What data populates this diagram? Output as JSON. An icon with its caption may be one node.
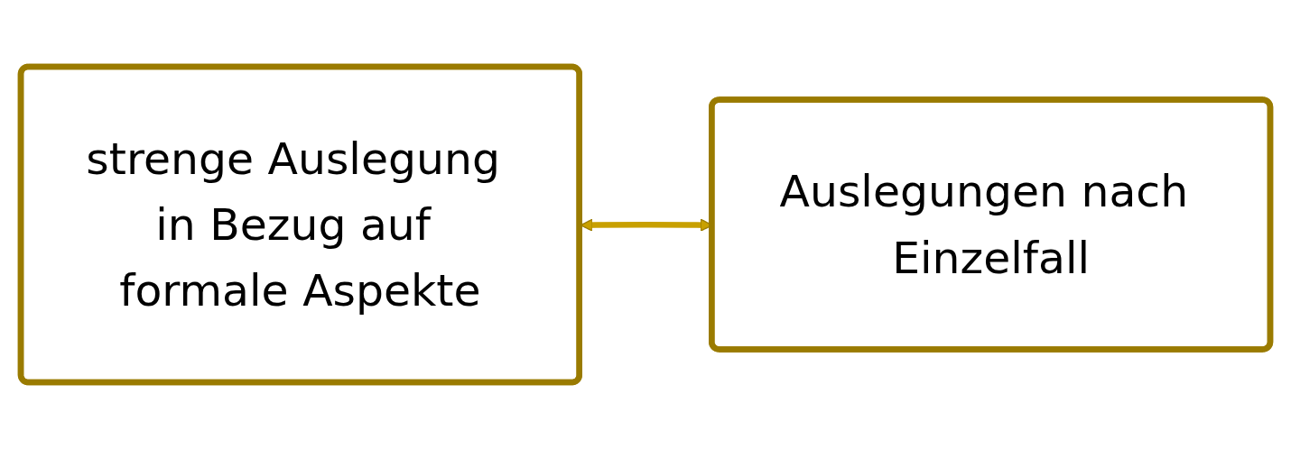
{
  "diagram": {
    "nodes": [
      {
        "text": [
          "strenge Auslegung in Bezug auf formale Aspekte"
        ]
      },
      {
        "text": [
          "Auslegungen nach Einzelfall"
        ]
      }
    ],
    "edges": [
      {
        "from": 0,
        "to": 1,
        "arrow": "both"
      }
    ]
  }
}
